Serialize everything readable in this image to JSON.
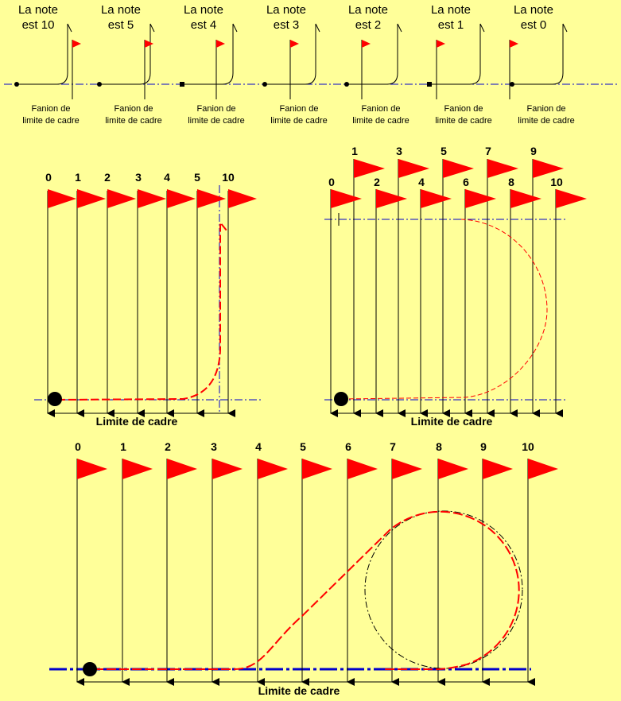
{
  "top_row": {
    "panels": [
      {
        "title_line1": "La note",
        "title_line2": "est 10",
        "caption_line1": "Fanion de",
        "caption_line2": "limite de cadre",
        "grade": 10
      },
      {
        "title_line1": "La note",
        "title_line2": "est 5",
        "caption_line1": "Fanion de",
        "caption_line2": "limite de cadre",
        "grade": 5
      },
      {
        "title_line1": "La note",
        "title_line2": "est 4",
        "caption_line1": "Fanion de",
        "caption_line2": "limite de cadre",
        "grade": 4
      },
      {
        "title_line1": "La note",
        "title_line2": "est 3",
        "caption_line1": "Fanion de",
        "caption_line2": "limite de cadre",
        "grade": 3
      },
      {
        "title_line1": "La note",
        "title_line2": "est 2",
        "caption_line1": "Fanion de",
        "caption_line2": "limite de cadre",
        "grade": 2
      },
      {
        "title_line1": "La note",
        "title_line2": "est 1",
        "caption_line1": "Fanion de",
        "caption_line2": "limite de cadre",
        "grade": 1
      },
      {
        "title_line1": "La note",
        "title_line2": "est 0",
        "caption_line1": "Fanion de",
        "caption_line2": "limite de cadre",
        "grade": 0
      }
    ]
  },
  "left_diagram": {
    "flag_labels": [
      "0",
      "1",
      "2",
      "3",
      "4",
      "5",
      "10"
    ],
    "caption": "Limite de cadre"
  },
  "right_diagram": {
    "upper_flag_labels": [
      "1",
      "3",
      "5",
      "7",
      "9"
    ],
    "lower_flag_labels": [
      "0",
      "2",
      "4",
      "6",
      "8",
      "10"
    ],
    "caption": "Limite de cadre"
  },
  "bottom_diagram": {
    "flag_labels": [
      "0",
      "1",
      "2",
      "3",
      "4",
      "5",
      "6",
      "7",
      "8",
      "9",
      "10"
    ],
    "caption": "Limite de cadre"
  },
  "colors": {
    "background": "#ffff99",
    "flag": "#ff0000",
    "track": "#ff0000",
    "baseline": "#0000cc",
    "line": "#000000"
  }
}
